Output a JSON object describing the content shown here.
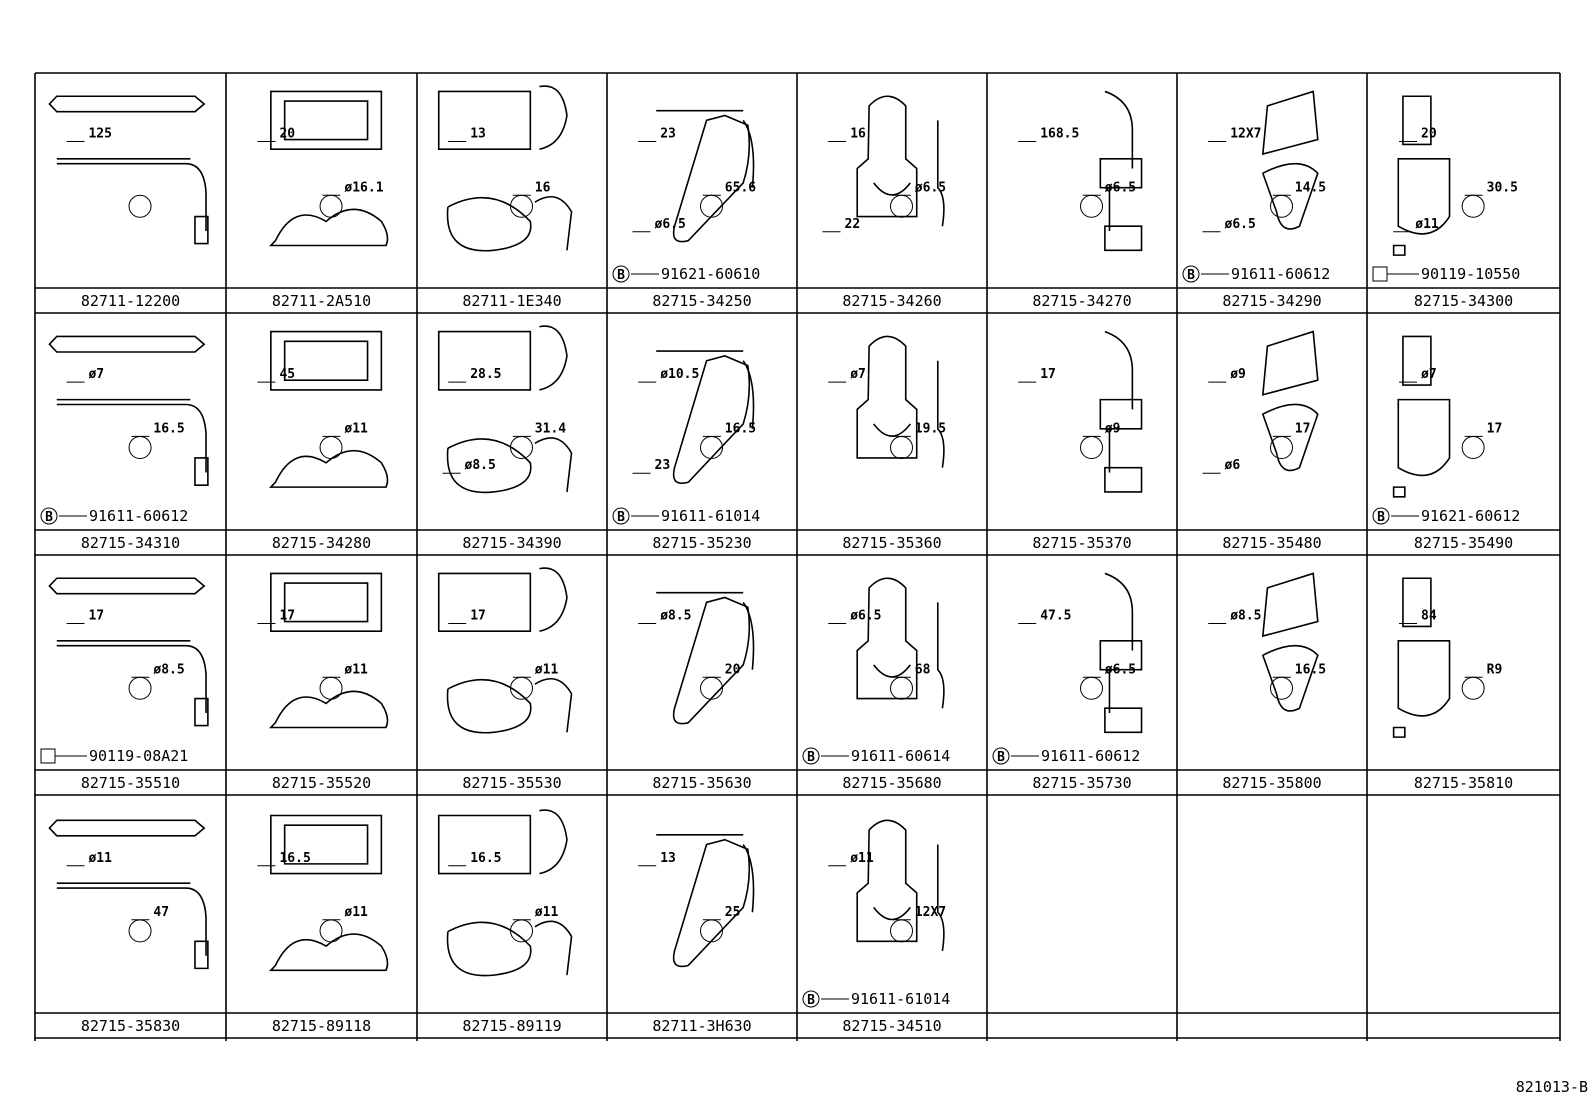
{
  "diagram_id": "821013-B",
  "cells": [
    {
      "part": "82711-12200",
      "dims": [
        "125"
      ],
      "ref": ""
    },
    {
      "part": "82711-2A510",
      "dims": [
        "20",
        "ø16.1"
      ],
      "ref": ""
    },
    {
      "part": "82711-1E340",
      "dims": [
        "13",
        "16"
      ],
      "ref": ""
    },
    {
      "part": "82715-34250",
      "dims": [
        "23",
        "65.6",
        "ø6.5"
      ],
      "ref": "91621-60610",
      "ref_type": "B"
    },
    {
      "part": "82715-34260",
      "dims": [
        "16",
        "ø6.5",
        "22"
      ],
      "ref": ""
    },
    {
      "part": "82715-34270",
      "dims": [
        "168.5",
        "ø6.5"
      ],
      "ref": ""
    },
    {
      "part": "82715-34290",
      "dims": [
        "12X7",
        "14.5",
        "ø6.5"
      ],
      "ref": "91611-60612",
      "ref_type": "B"
    },
    {
      "part": "82715-34300",
      "dims": [
        "20",
        "30.5",
        "ø11"
      ],
      "ref": "90119-10550",
      "ref_type": "bolt"
    },
    {
      "part": "82715-34310",
      "dims": [
        "ø7",
        "16.5"
      ],
      "ref": "91611-60612",
      "ref_type": "B"
    },
    {
      "part": "82715-34280",
      "dims": [
        "45",
        "ø11"
      ],
      "ref": ""
    },
    {
      "part": "82715-34390",
      "dims": [
        "28.5",
        "31.4",
        "ø8.5"
      ],
      "ref": ""
    },
    {
      "part": "82715-35230",
      "dims": [
        "ø10.5",
        "16.5",
        "23"
      ],
      "ref": "91611-61014",
      "ref_type": "B"
    },
    {
      "part": "82715-35360",
      "dims": [
        "ø7",
        "19.5"
      ],
      "ref": ""
    },
    {
      "part": "82715-35370",
      "dims": [
        "17",
        "ø9"
      ],
      "ref": ""
    },
    {
      "part": "82715-35480",
      "dims": [
        "ø9",
        "17",
        "ø6"
      ],
      "ref": ""
    },
    {
      "part": "82715-35490",
      "dims": [
        "ø7",
        "17"
      ],
      "ref": "91621-60612",
      "ref_type": "B"
    },
    {
      "part": "82715-35510",
      "dims": [
        "17",
        "ø8.5"
      ],
      "ref": "90119-08A21",
      "ref_type": "bolt"
    },
    {
      "part": "82715-35520",
      "dims": [
        "17",
        "ø11"
      ],
      "ref": ""
    },
    {
      "part": "82715-35530",
      "dims": [
        "17",
        "ø11"
      ],
      "ref": ""
    },
    {
      "part": "82715-35630",
      "dims": [
        "ø8.5",
        "20"
      ],
      "ref": ""
    },
    {
      "part": "82715-35680",
      "dims": [
        "ø6.5",
        "68"
      ],
      "ref": "91611-60614",
      "ref_type": "B"
    },
    {
      "part": "82715-35730",
      "dims": [
        "47.5",
        "ø6.5"
      ],
      "ref": "91611-60612",
      "ref_type": "B"
    },
    {
      "part": "82715-35800",
      "dims": [
        "ø8.5",
        "16.5"
      ],
      "ref": ""
    },
    {
      "part": "82715-35810",
      "dims": [
        "84",
        "R9"
      ],
      "ref": ""
    },
    {
      "part": "82715-35830",
      "dims": [
        "ø11",
        "47"
      ],
      "ref": ""
    },
    {
      "part": "82715-89118",
      "dims": [
        "16.5",
        "ø11"
      ],
      "ref": ""
    },
    {
      "part": "82715-89119",
      "dims": [
        "16.5",
        "ø11"
      ],
      "ref": ""
    },
    {
      "part": "82711-3H630",
      "dims": [
        "13",
        "25"
      ],
      "ref": ""
    },
    {
      "part": "82715-34510",
      "dims": [
        "ø11",
        "12X7"
      ],
      "ref": "91611-61014",
      "ref_type": "B"
    },
    {
      "part": "",
      "dims": [],
      "ref": ""
    },
    {
      "part": "",
      "dims": [],
      "ref": ""
    },
    {
      "part": "",
      "dims": [],
      "ref": ""
    }
  ]
}
